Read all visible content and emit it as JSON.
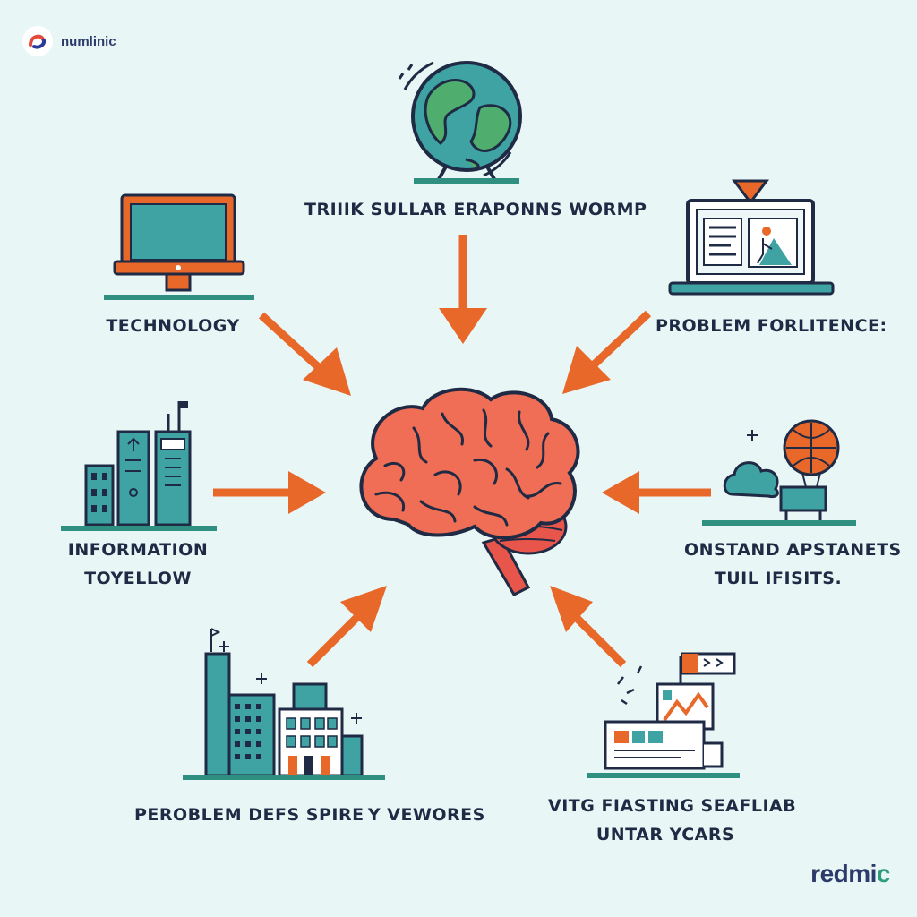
{
  "brand": {
    "name": "numlinic"
  },
  "footer": {
    "part1": "redmi",
    "part2": "c"
  },
  "nodes": {
    "top": {
      "label": "TRIIIK SULLAR ERAPONNS WORMP",
      "icon": "globe-icon"
    },
    "top_left": {
      "label": "TECHNOLOGY",
      "icon": "computer-monitor-icon"
    },
    "top_right": {
      "label": "PROBLEM FORLITENCE:",
      "icon": "laptop-presentation-icon"
    },
    "mid_left": {
      "line1": "INFORMATION",
      "line2": "TOYELLOW",
      "icon": "buildings-icon"
    },
    "mid_right": {
      "line1": "ONSTAND APSTANETS",
      "line2": "TUIL IFISITS.",
      "icon": "cloud-balloon-icon"
    },
    "bottom_left": {
      "label": "PEROBLEM DEFS SPIRE Y VEWORES",
      "icon": "city-skyline-icon"
    },
    "bottom_right": {
      "line1": "VITG FIASTING SEAFLIAB",
      "line2": "UNTAR YCARS",
      "icon": "report-chart-icon"
    }
  },
  "center": {
    "icon": "brain-icon"
  },
  "colors": {
    "accent": "#e8682a",
    "teal": "#2f8f80",
    "navy": "#1f2a44",
    "brain": "#ef6e55",
    "background": "#e9f6f6"
  }
}
